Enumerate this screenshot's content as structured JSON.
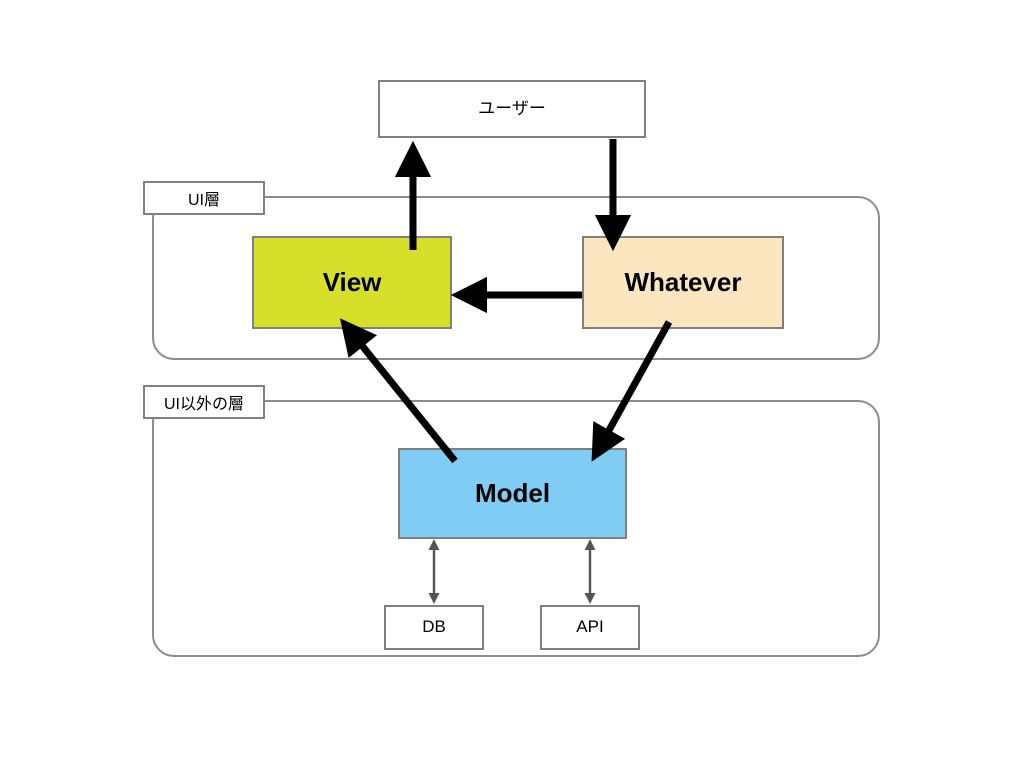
{
  "diagram": {
    "title": "UI layer architecture diagram",
    "background": "#ffffff",
    "nodes": {
      "user": {
        "label": "ユーザー",
        "fill": "#ffffff",
        "stroke": "#808080"
      },
      "view": {
        "label": "View",
        "fill": "#d6e02a",
        "stroke": "#808080"
      },
      "whatever": {
        "label": "Whatever",
        "fill": "#fce6c0",
        "stroke": "#808080"
      },
      "model": {
        "label": "Model",
        "fill": "#7fcdf4",
        "stroke": "#808080"
      },
      "db": {
        "label": "DB",
        "fill": "#ffffff",
        "stroke": "#808080"
      },
      "api": {
        "label": "API",
        "fill": "#ffffff",
        "stroke": "#808080"
      }
    },
    "layers": [
      {
        "key": "ui",
        "label": "UI層",
        "stroke": "#8b8b92"
      },
      {
        "key": "nonui",
        "label": "UI以外の層",
        "stroke": "#8b8b92"
      }
    ],
    "edges": [
      {
        "from": "view",
        "to": "user",
        "style": "thick-black",
        "heads": "single",
        "color": "#000000"
      },
      {
        "from": "user",
        "to": "whatever",
        "style": "thick-black",
        "heads": "single",
        "color": "#000000"
      },
      {
        "from": "whatever",
        "to": "view",
        "style": "thick-black",
        "heads": "single",
        "color": "#000000"
      },
      {
        "from": "whatever",
        "to": "model",
        "style": "thick-black",
        "heads": "single",
        "color": "#000000"
      },
      {
        "from": "model",
        "to": "view",
        "style": "thick-black",
        "heads": "single",
        "color": "#000000"
      },
      {
        "from": "model",
        "to": "db",
        "style": "thin-gray",
        "heads": "double",
        "color": "#555555"
      },
      {
        "from": "model",
        "to": "api",
        "style": "thin-gray",
        "heads": "double",
        "color": "#555555"
      }
    ]
  }
}
